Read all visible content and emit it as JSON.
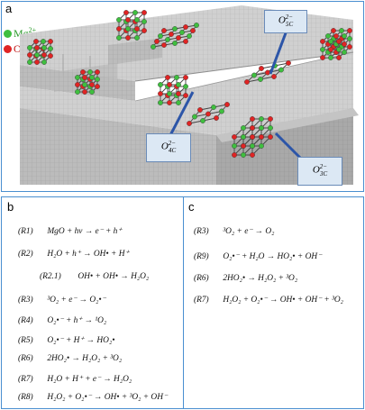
{
  "panel_a": {
    "label": "a",
    "legend": [
      {
        "text": "Mg",
        "sup": "2+",
        "color": "#3fbf3f"
      },
      {
        "text": "O",
        "sup": "2−",
        "color": "#e02424"
      }
    ],
    "callouts": [
      {
        "base": "O",
        "sup": "2−",
        "sub": "5C"
      },
      {
        "base": "O",
        "sup": "2−",
        "sub": "4C"
      },
      {
        "base": "O",
        "sup": "2−",
        "sub": "3C"
      }
    ]
  },
  "panel_b": {
    "label": "b",
    "reactions": [
      {
        "id": "(R1)",
        "eq": "MgO + hν → e⁻ + h⁺"
      },
      {
        "id": "(R2)",
        "eq": "H₂O + h⁺ → OH• + H⁺"
      },
      {
        "id": "(R2.1)",
        "eq": "OH• + OH• → H₂O₂"
      },
      {
        "id": "(R3)",
        "eq": "³O₂ + e⁻ → O₂•⁻"
      },
      {
        "id": "(R4)",
        "eq": "O₂•⁻ + h⁺ → ¹O₂"
      },
      {
        "id": "(R5)",
        "eq": "O₂•⁻ + H⁺ → HO₂•"
      },
      {
        "id": "(R6)",
        "eq": "2HO₂• → H₂O₂ + ³O₂"
      },
      {
        "id": "(R7)",
        "eq": "H₂O + H⁺ + e⁻ → H₂O₂"
      },
      {
        "id": "(R8)",
        "eq": "H₂O₂ + O₂•⁻ → OH• + ³O₂ + OH⁻"
      }
    ]
  },
  "panel_c": {
    "label": "c",
    "reactions": [
      {
        "id": "(R3)",
        "eq": "³O₂ + e⁻ → O₂"
      },
      {
        "id": "(R9)",
        "eq": "O₂•⁻ + H₂O → HO₂• + OH⁻"
      },
      {
        "id": "(R6)",
        "eq": "2HO₂• → H₂O₂ + ³O₂"
      },
      {
        "id": "(R7)",
        "eq": "H₂O₂ + O₂•⁻ → OH• + OH⁻ + ³O₂"
      }
    ]
  }
}
